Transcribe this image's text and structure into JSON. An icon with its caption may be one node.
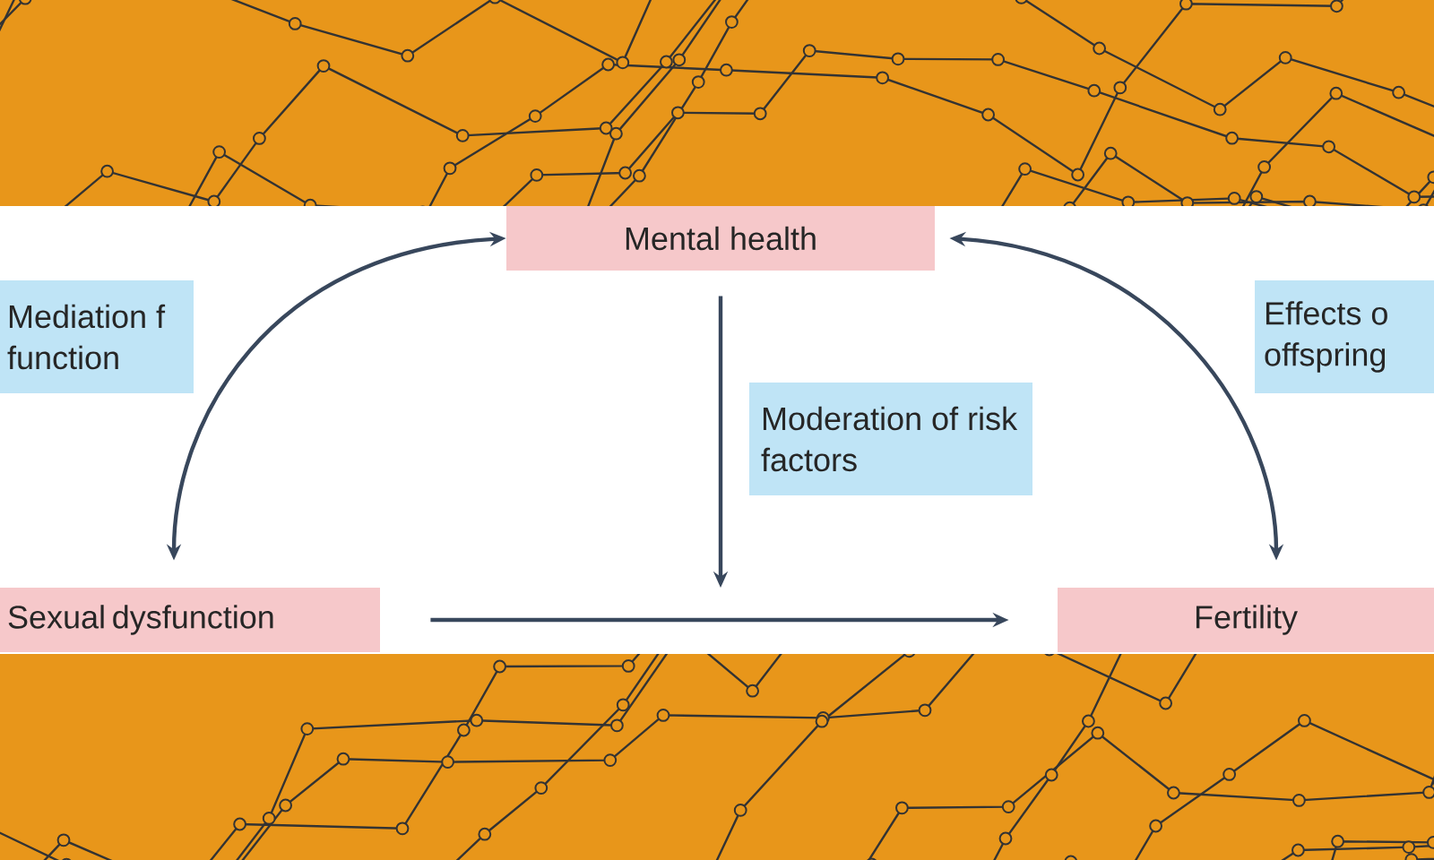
{
  "diagram": {
    "nodes": [
      {
        "text": [
          "Mental health"
        ]
      },
      {
        "text": [
          "Mediation f function"
        ]
      },
      {
        "text": [
          "Moderation of risk factors"
        ]
      },
      {
        "text": [
          "Effects o offspring"
        ]
      },
      {
        "text": [
          "Sexual dysfunction"
        ]
      },
      {
        "text": [
          "Fertility"
        ]
      }
    ],
    "edges": [
      {
        "from": 0,
        "to": 4,
        "arrow": "both"
      },
      {
        "from": 0,
        "to": 5,
        "arrow": "both"
      },
      {
        "from": 4,
        "to": 5,
        "arrow": "to"
      },
      {
        "from": 0,
        "to": null,
        "arrow": "to"
      }
    ]
  }
}
